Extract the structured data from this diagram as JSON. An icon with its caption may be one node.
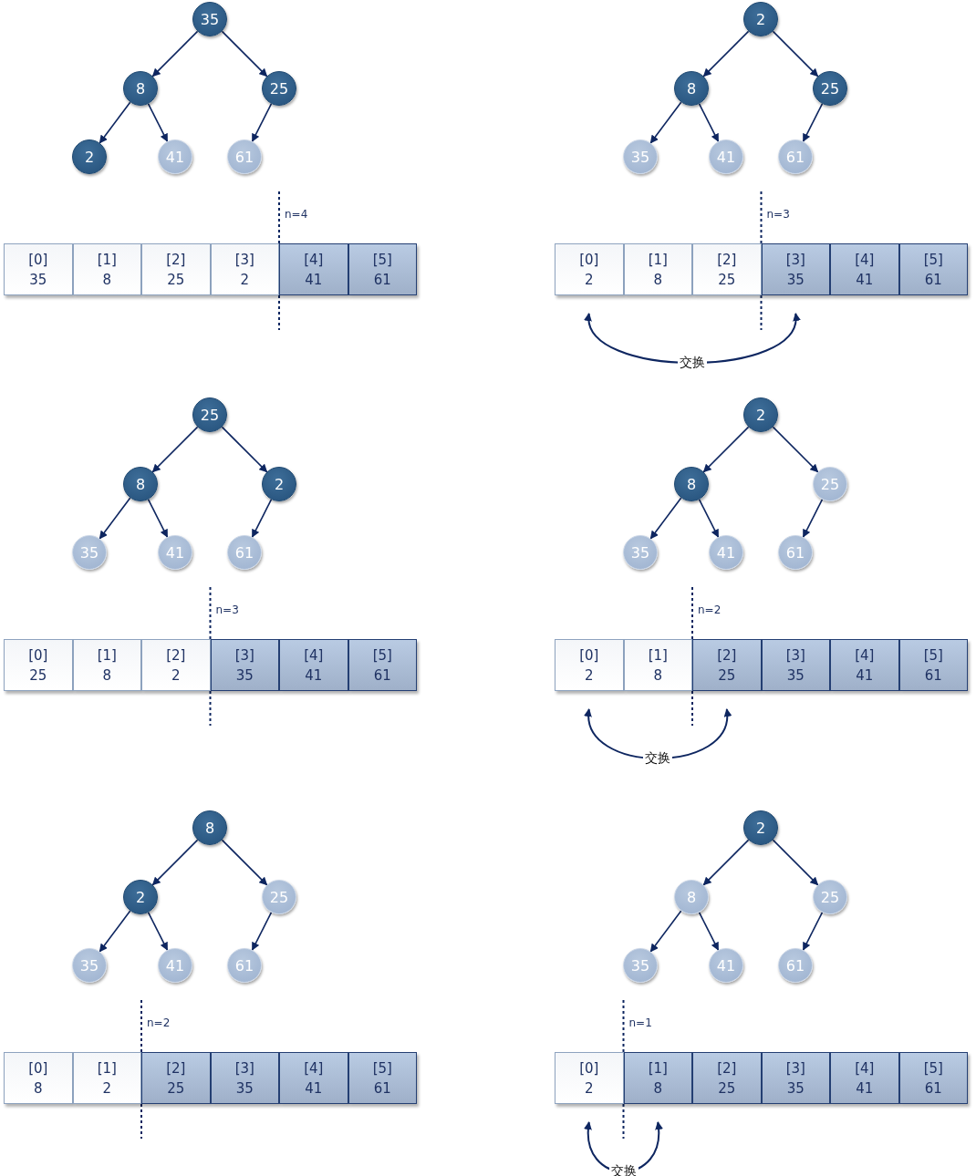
{
  "diagram": {
    "nodes": [
      {
        "text": [
          "35"
        ]
      },
      {
        "text": [
          "8"
        ]
      },
      {
        "text": [
          "25"
        ]
      },
      {
        "text": [
          "2"
        ]
      },
      {
        "text": [
          "41"
        ]
      },
      {
        "text": [
          "61"
        ]
      },
      {
        "text": [
          "[0]",
          "35"
        ]
      },
      {
        "text": [
          "[1]",
          "8"
        ]
      },
      {
        "text": [
          "[2]",
          "25"
        ]
      },
      {
        "text": [
          "[3]",
          "2"
        ]
      },
      {
        "text": [
          "[4]",
          "41"
        ]
      },
      {
        "text": [
          "[5]",
          "61"
        ]
      },
      {
        "text": [
          "2"
        ]
      },
      {
        "text": [
          "8"
        ]
      },
      {
        "text": [
          "25"
        ]
      },
      {
        "text": [
          "35"
        ]
      },
      {
        "text": [
          "41"
        ]
      },
      {
        "text": [
          "61"
        ]
      },
      {
        "text": [
          "[0]",
          "2"
        ]
      },
      {
        "text": [
          "[1]",
          "8"
        ]
      },
      {
        "text": [
          "[2]",
          "25"
        ]
      },
      {
        "text": [
          "[3]",
          "35"
        ]
      },
      {
        "text": [
          "[4]",
          "41"
        ]
      },
      {
        "text": [
          "[5]",
          "61"
        ]
      },
      {
        "text": [
          "25"
        ]
      },
      {
        "text": [
          "8"
        ]
      },
      {
        "text": [
          "2"
        ]
      },
      {
        "text": [
          "35"
        ]
      },
      {
        "text": [
          "41"
        ]
      },
      {
        "text": [
          "61"
        ]
      },
      {
        "text": [
          "[0]",
          "25"
        ]
      },
      {
        "text": [
          "[1]",
          "8"
        ]
      },
      {
        "text": [
          "[2]",
          "2"
        ]
      },
      {
        "text": [
          "[3]",
          "35"
        ]
      },
      {
        "text": [
          "[4]",
          "41"
        ]
      },
      {
        "text": [
          "[5]",
          "61"
        ]
      },
      {
        "text": [
          "2"
        ]
      },
      {
        "text": [
          "8"
        ]
      },
      {
        "text": [
          "25"
        ]
      },
      {
        "text": [
          "35"
        ]
      },
      {
        "text": [
          "41"
        ]
      },
      {
        "text": [
          "61"
        ]
      },
      {
        "text": [
          "[0]",
          "2"
        ]
      },
      {
        "text": [
          "[1]",
          "8"
        ]
      },
      {
        "text": [
          "[2]",
          "25"
        ]
      },
      {
        "text": [
          "[3]",
          "35"
        ]
      },
      {
        "text": [
          "[4]",
          "41"
        ]
      },
      {
        "text": [
          "[5]",
          "61"
        ]
      },
      {
        "text": [
          "8"
        ]
      },
      {
        "text": [
          "2"
        ]
      },
      {
        "text": [
          "25"
        ]
      },
      {
        "text": [
          "35"
        ]
      },
      {
        "text": [
          "41"
        ]
      },
      {
        "text": [
          "61"
        ]
      },
      {
        "text": [
          "[0]",
          "8"
        ]
      },
      {
        "text": [
          "[1]",
          "2"
        ]
      },
      {
        "text": [
          "[2]",
          "25"
        ]
      },
      {
        "text": [
          "[3]",
          "35"
        ]
      },
      {
        "text": [
          "[4]",
          "41"
        ]
      },
      {
        "text": [
          "[5]",
          "61"
        ]
      },
      {
        "text": [
          "2"
        ]
      },
      {
        "text": [
          "8"
        ]
      },
      {
        "text": [
          "25"
        ]
      },
      {
        "text": [
          "35"
        ]
      },
      {
        "text": [
          "41"
        ]
      },
      {
        "text": [
          "61"
        ]
      },
      {
        "text": [
          "[0]",
          "2"
        ]
      },
      {
        "text": [
          "[1]",
          "8"
        ]
      },
      {
        "text": [
          "[2]",
          "25"
        ]
      },
      {
        "text": [
          "[3]",
          "35"
        ]
      },
      {
        "text": [
          "[4]",
          "41"
        ]
      },
      {
        "text": [
          "[5]",
          "61"
        ]
      }
    ],
    "edges": [
      {
        "from": 0,
        "to": 1,
        "arrow": "to"
      },
      {
        "from": 0,
        "to": 2,
        "arrow": "to"
      },
      {
        "from": 1,
        "to": 3,
        "arrow": "to"
      },
      {
        "from": 1,
        "to": 4,
        "arrow": "to"
      },
      {
        "from": 2,
        "to": 5,
        "arrow": "to"
      },
      {
        "from": 12,
        "to": 13,
        "arrow": "to"
      },
      {
        "from": 12,
        "to": 14,
        "arrow": "to"
      },
      {
        "from": 13,
        "to": 15,
        "arrow": "to"
      },
      {
        "from": 13,
        "to": 16,
        "arrow": "to"
      },
      {
        "from": 14,
        "to": 17,
        "arrow": "to"
      },
      {
        "from": 18,
        "to": 21,
        "arrow": "both",
        "label": "交换"
      },
      {
        "from": 24,
        "to": 25,
        "arrow": "to"
      },
      {
        "from": 24,
        "to": 26,
        "arrow": "to"
      },
      {
        "from": 25,
        "to": 27,
        "arrow": "to"
      },
      {
        "from": 25,
        "to": 28,
        "arrow": "to"
      },
      {
        "from": 26,
        "to": 29,
        "arrow": "to"
      },
      {
        "from": 36,
        "to": 37,
        "arrow": "to"
      },
      {
        "from": 36,
        "to": 38,
        "arrow": "to"
      },
      {
        "from": 37,
        "to": 39,
        "arrow": "to"
      },
      {
        "from": 37,
        "to": 40,
        "arrow": "to"
      },
      {
        "from": 38,
        "to": 41,
        "arrow": "to"
      },
      {
        "from": 42,
        "to": 44,
        "arrow": "both",
        "label": "交换"
      },
      {
        "from": 48,
        "to": 49,
        "arrow": "to"
      },
      {
        "from": 48,
        "to": 50,
        "arrow": "to"
      },
      {
        "from": 49,
        "to": 51,
        "arrow": "to"
      },
      {
        "from": 49,
        "to": 52,
        "arrow": "to"
      },
      {
        "from": 50,
        "to": 53,
        "arrow": "to"
      },
      {
        "from": 60,
        "to": 61,
        "arrow": "to"
      },
      {
        "from": 60,
        "to": 62,
        "arrow": "to"
      },
      {
        "from": 61,
        "to": 63,
        "arrow": "to"
      },
      {
        "from": 61,
        "to": 64,
        "arrow": "to"
      },
      {
        "from": 62,
        "to": 65,
        "arrow": "to"
      },
      {
        "from": 66,
        "to": 67,
        "arrow": "both",
        "label": "交换"
      }
    ],
    "labels": [
      "n=4",
      "n=3",
      "n=3",
      "n=2",
      "n=2",
      "n=1"
    ]
  }
}
